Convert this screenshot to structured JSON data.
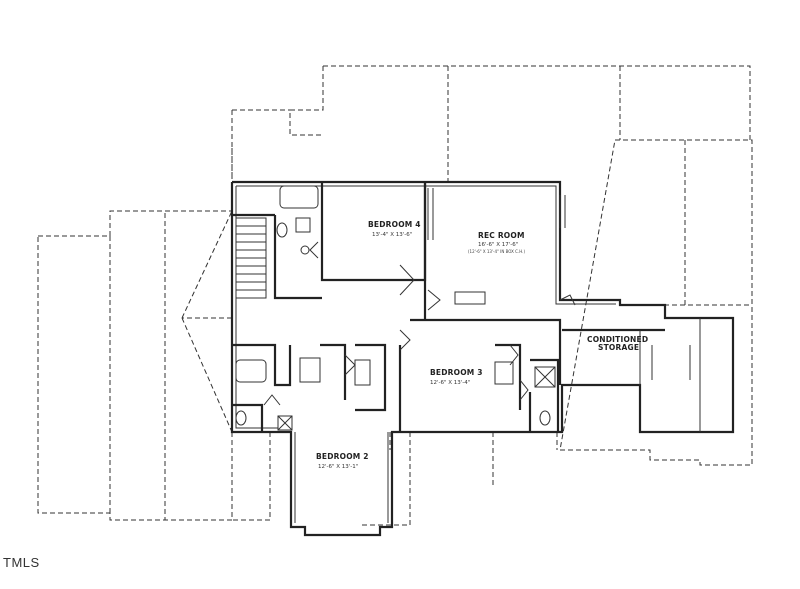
{
  "floor_plan": {
    "rooms": [
      {
        "id": "bedroom4",
        "label": "BEDROOM 4",
        "dims": "13'-4\" X 13'-6\""
      },
      {
        "id": "rec",
        "label": "REC ROOM",
        "dims": "16'-6\" X 17'-6\"",
        "note": "(12'-6\" X 13'-4\" IN BOX C.H.)"
      },
      {
        "id": "bedroom3",
        "label": "BEDROOM 3",
        "dims": "12'-6\" X 13'-4\""
      },
      {
        "id": "bedroom2",
        "label": "BEDROOM 2",
        "dims": "12'-6\" X 13'-1\""
      },
      {
        "id": "storage",
        "label": "CONDITIONED STORAGE"
      }
    ]
  },
  "watermark": "TMLS"
}
